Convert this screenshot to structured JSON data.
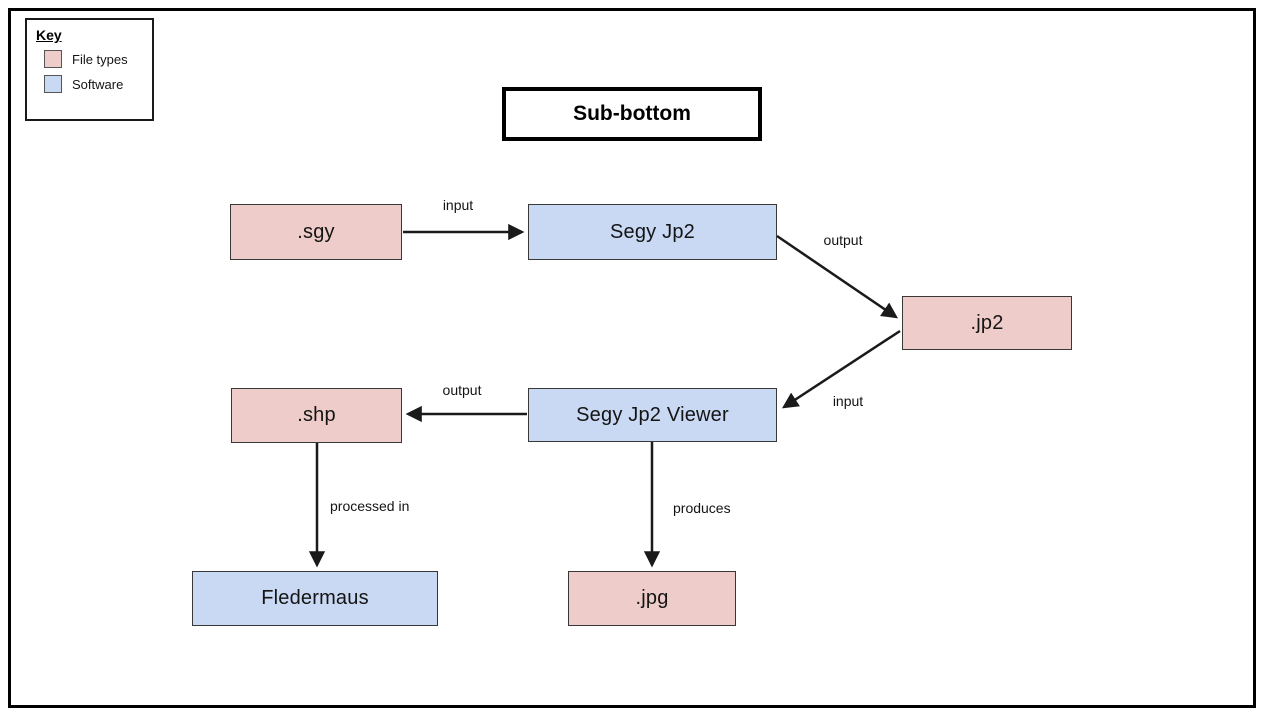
{
  "diagram": {
    "title": "Sub-bottom",
    "key": {
      "heading": "Key",
      "items": [
        {
          "label": "File types",
          "type": "file"
        },
        {
          "label": "Software",
          "type": "software"
        }
      ]
    },
    "colors": {
      "file_fill": "#eeccc9",
      "software_fill": "#c9d8f3",
      "node_border": "#383838",
      "arrow": "#1a1a1a"
    },
    "nodes": [
      {
        "id": "sgy",
        "label": ".sgy",
        "type": "file"
      },
      {
        "id": "segy-jp2",
        "label": "Segy Jp2",
        "type": "software"
      },
      {
        "id": "jp2",
        "label": ".jp2",
        "type": "file"
      },
      {
        "id": "segy-jp2-viewer",
        "label": "Segy Jp2 Viewer",
        "type": "software"
      },
      {
        "id": "shp",
        "label": ".shp",
        "type": "file"
      },
      {
        "id": "fledermaus",
        "label": "Fledermaus",
        "type": "software"
      },
      {
        "id": "jpg",
        "label": ".jpg",
        "type": "file"
      }
    ],
    "edges": [
      {
        "from": "sgy",
        "to": "segy-jp2",
        "label": "input"
      },
      {
        "from": "segy-jp2",
        "to": "jp2",
        "label": "output"
      },
      {
        "from": "jp2",
        "to": "segy-jp2-viewer",
        "label": "input"
      },
      {
        "from": "segy-jp2-viewer",
        "to": "shp",
        "label": "output"
      },
      {
        "from": "shp",
        "to": "fledermaus",
        "label": "processed in"
      },
      {
        "from": "segy-jp2-viewer",
        "to": "jpg",
        "label": "produces"
      }
    ]
  }
}
